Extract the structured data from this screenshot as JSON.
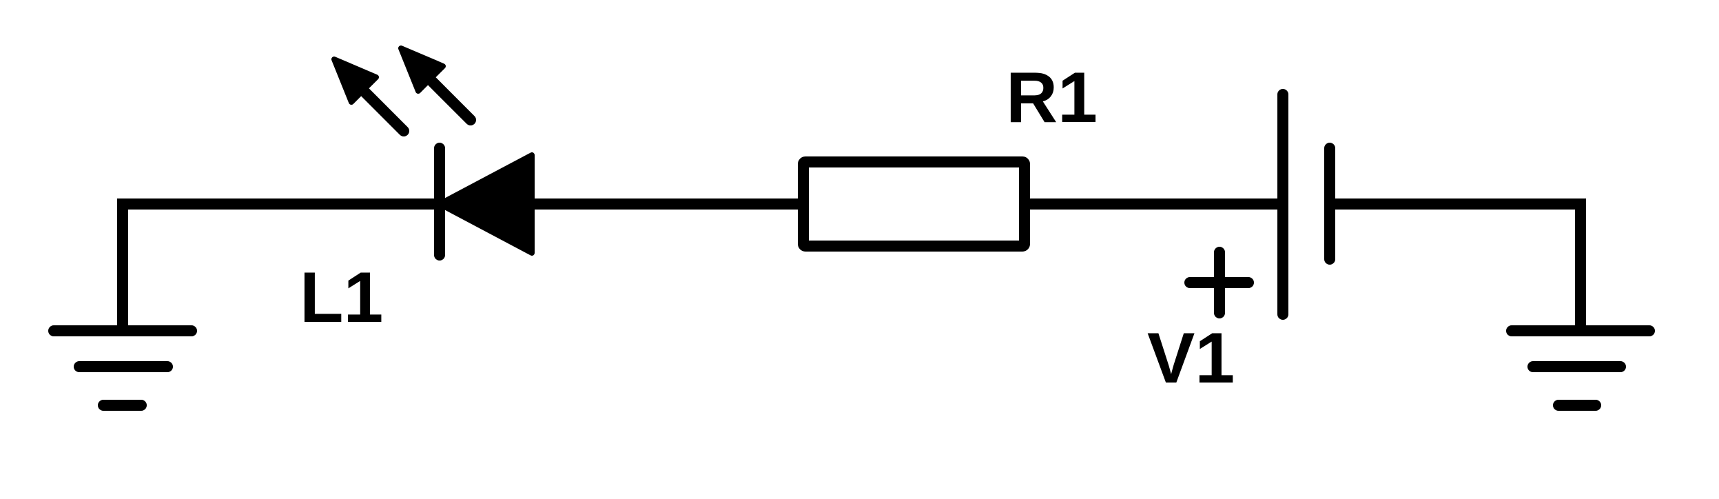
{
  "components": {
    "led": {
      "label": "L1",
      "type": "light-emitting diode"
    },
    "resistor": {
      "label": "R1",
      "type": "resistor"
    },
    "source": {
      "label": "V1",
      "type": "dc voltage source",
      "polarity_mark": "+"
    }
  },
  "colors": {
    "background": "#ffffff",
    "ink": "#000000"
  }
}
